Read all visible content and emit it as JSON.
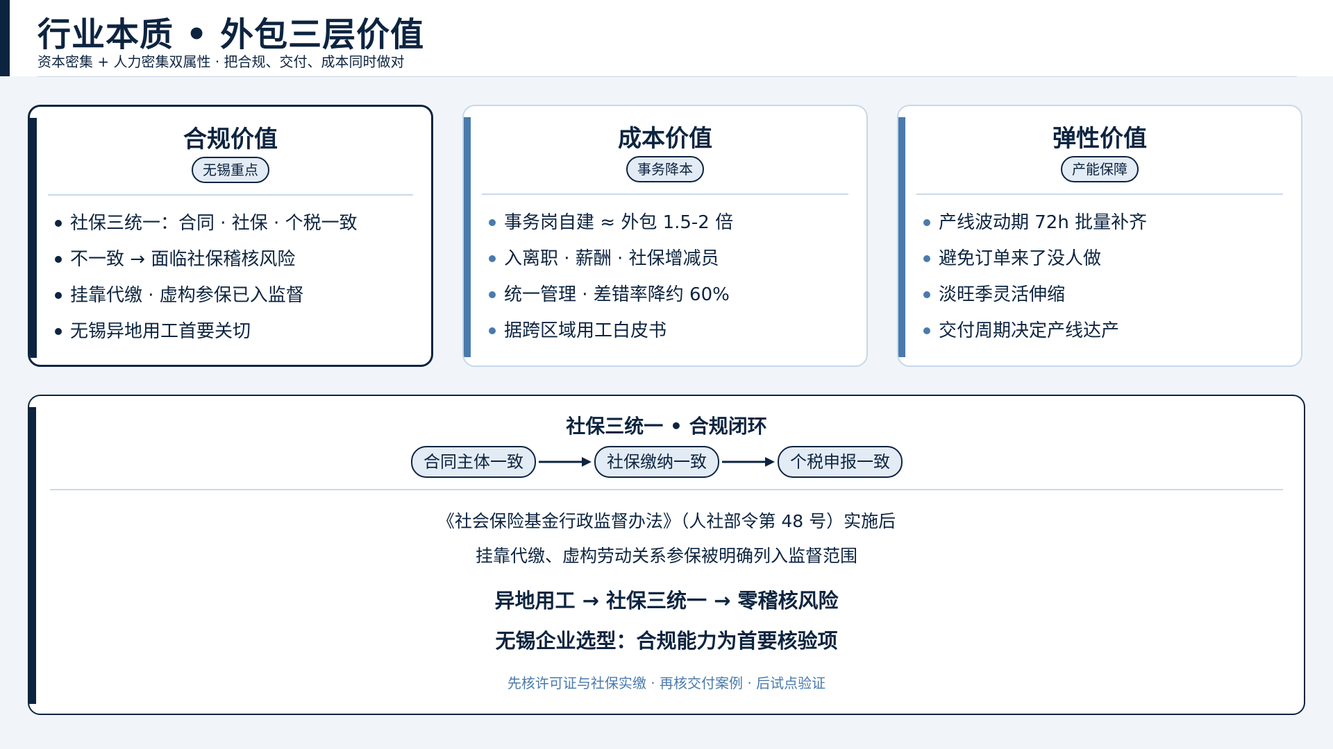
{
  "header": {
    "title": "行业本质 • 外包三层价值",
    "subtitle": "资本密集 + 人力密集双属性 · 把合规、交付、成本同时做对"
  },
  "cards": [
    {
      "title": "合规价值",
      "tag": "无锡重点",
      "items": [
        "社保三统一：合同 · 社保 · 个税一致",
        "不一致 → 面临社保稽核风险",
        "挂靠代缴 · 虚构参保已入监督",
        "无锡异地用工首要关切"
      ]
    },
    {
      "title": "成本价值",
      "tag": "事务降本",
      "items": [
        "事务岗自建 ≈ 外包 1.5-2 倍",
        "入离职 · 薪酬 · 社保增减员",
        "统一管理 · 差错率降约 60%",
        "据跨区域用工白皮书"
      ]
    },
    {
      "title": "弹性价值",
      "tag": "产能保障",
      "items": [
        "产线波动期 72h 批量补齐",
        "避免订单来了没人做",
        "淡旺季灵活伸缩",
        "交付周期决定产线达产"
      ]
    }
  ],
  "panel": {
    "title": "社保三统一 • 合规闭环",
    "flow": [
      "合同主体一致",
      "社保缴纳一致",
      "个税申报一致"
    ],
    "line1": "《社会保险基金行政监督办法》（人社部令第 48 号）实施后",
    "line2": "挂靠代缴、虚构劳动关系参保被明确列入监督范围",
    "line3": "异地用工 → 社保三统一 → 零稽核风险",
    "line4": "无锡企业选型：合规能力为首要核验项",
    "footnote": "先核许可证与社保实缴 · 再核交付案例 · 后试点验证"
  },
  "colors": {
    "navy": "#0d2440",
    "steel_blue": "#4a7aad",
    "tag_fill": "#e3ebf5",
    "background": "#f1f5f9"
  }
}
